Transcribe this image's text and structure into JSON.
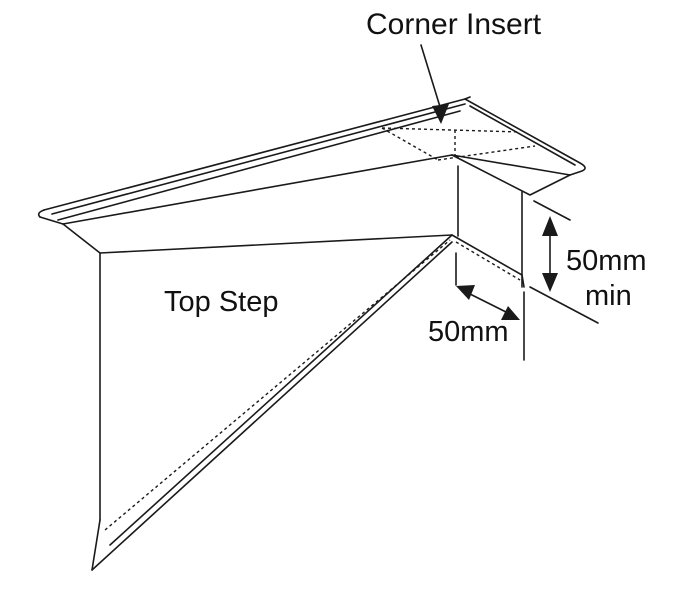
{
  "labels": {
    "corner_insert": "Corner Insert",
    "top_step": "Top Step",
    "height_dim_value": "50mm",
    "height_dim_qualifier": "min",
    "width_dim_value": "50mm"
  },
  "colors": {
    "line": "#1a1a1a",
    "background": "#ffffff"
  }
}
